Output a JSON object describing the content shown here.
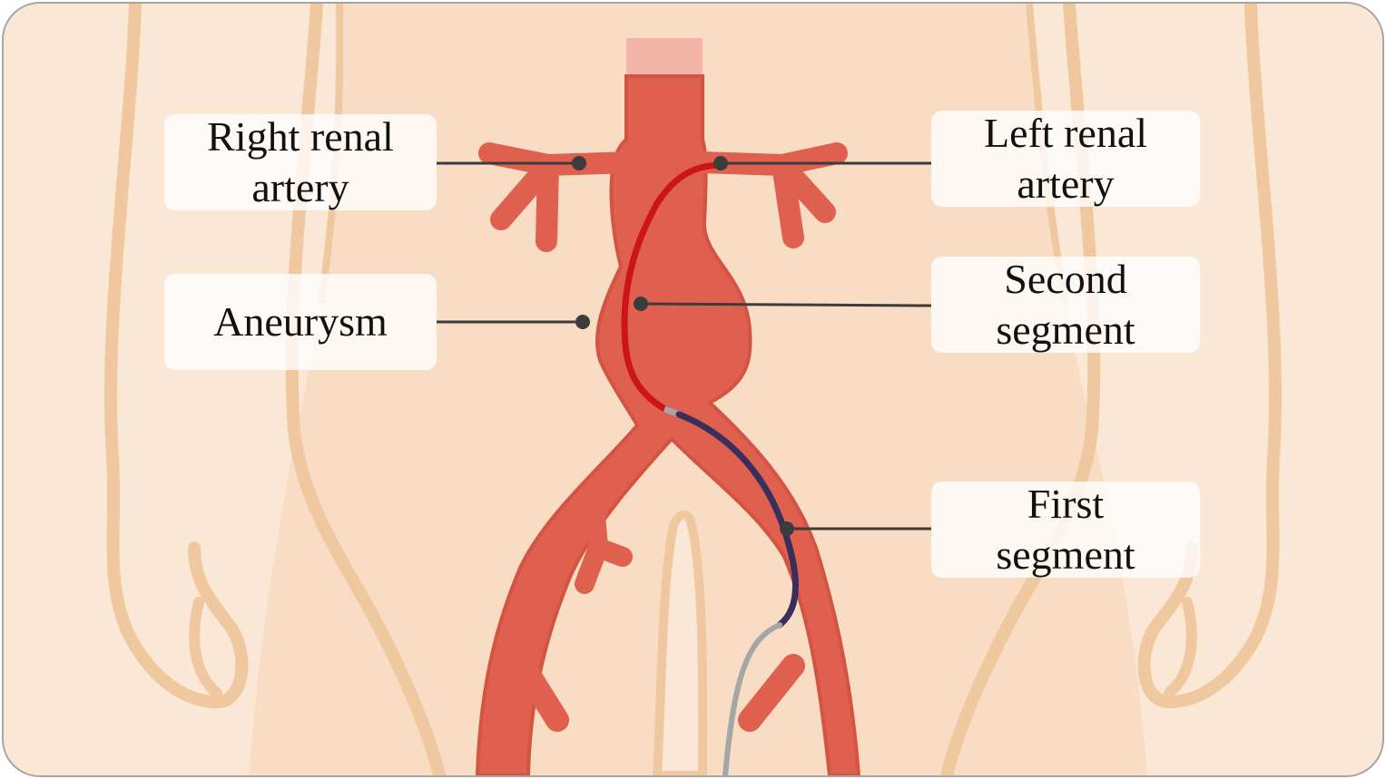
{
  "labels": {
    "right_renal_artery": {
      "line1": "Right renal",
      "line2": "artery"
    },
    "aneurysm": {
      "line1": "Aneurysm"
    },
    "left_renal_artery": {
      "line1": "Left renal",
      "line2": "artery"
    },
    "second_segment": {
      "line1": "Second",
      "line2": "segment"
    },
    "first_segment": {
      "line1": "First",
      "line2": "segment"
    }
  },
  "colors": {
    "background_skin": "#fbe7d6",
    "body_outline": "#f0c8a0",
    "torso_fill": "#f9dcc4",
    "artery": "#e06050",
    "artery_outline": "#c84a3c",
    "second_segment": "#cc1515",
    "first_segment": "#3a2f5c",
    "guidewire": "#a6a6a6",
    "leader_line": "#3c3c3c",
    "frame_border": "#a6a6a6"
  }
}
